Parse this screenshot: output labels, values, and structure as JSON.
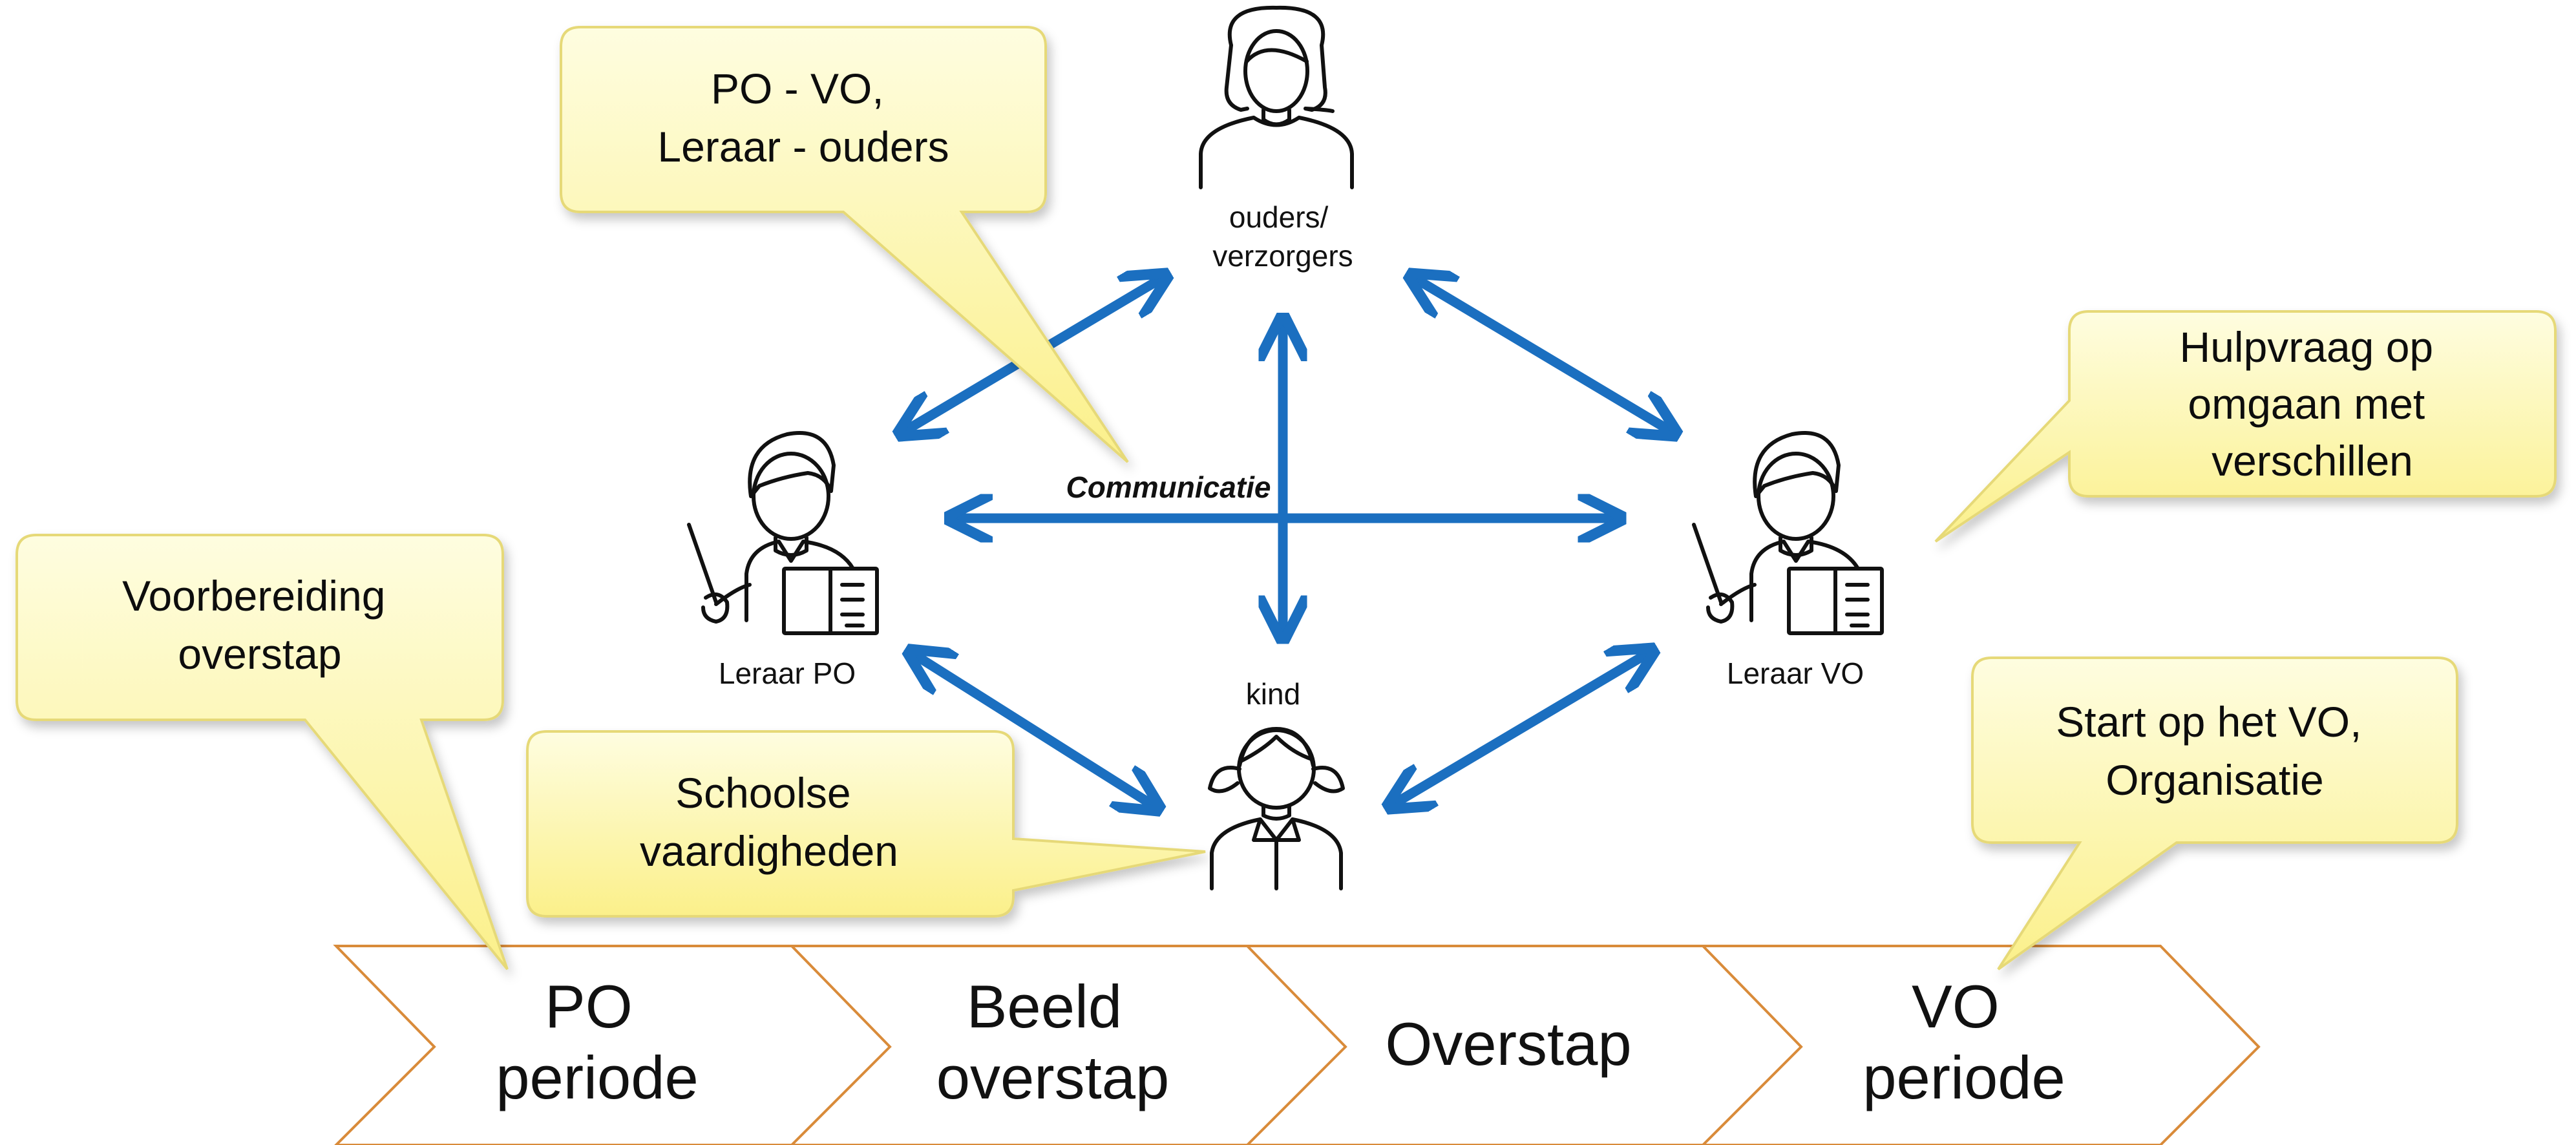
{
  "callouts": {
    "po_vo": [
      "PO - VO,",
      "Leraar - ouders"
    ],
    "hulpvraag": [
      "Hulpvraag op",
      "omgaan met",
      "verschillen"
    ],
    "voorbereiding": [
      "Voorbereiding",
      "overstap"
    ],
    "schoolse": [
      "Schoolse",
      "vaardigheden"
    ],
    "start_vo": [
      "Start op het VO,",
      "Organisatie"
    ]
  },
  "people": {
    "parents": [
      "ouders/",
      "verzorgers"
    ],
    "teacher_po": "Leraar PO",
    "teacher_vo": "Leraar VO",
    "child": "kind"
  },
  "communication_label": "Communicatie",
  "phases": [
    [
      "PO",
      "periode"
    ],
    [
      "Beeld",
      "overstap"
    ],
    [
      "Overstap"
    ],
    [
      "VO",
      "periode"
    ]
  ],
  "colors": {
    "arrow": "#1b6fc0",
    "callout_fill": "#fdf7a6",
    "callout_stroke": "#e6d978",
    "chevron_stroke": "#d98b3a",
    "icon_stroke": "#111111",
    "text": "#111111"
  }
}
